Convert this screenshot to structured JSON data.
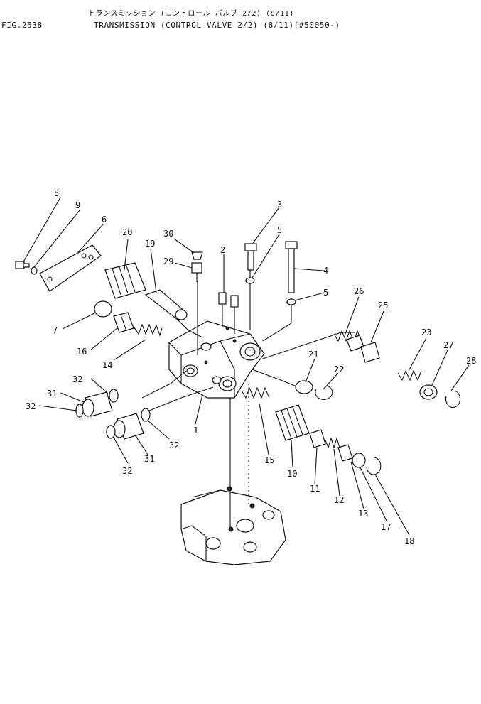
{
  "header": {
    "fig_no": "FIG.2538",
    "title_jp": "トランスミッション (コントロール バルブ 2/2) (8/11)",
    "title_en": "TRANSMISSION (CONTROL VALVE 2/2) (8/11)(#50050-)"
  },
  "callouts": {
    "c1": "1",
    "c2": "2",
    "c3": "3",
    "c4": "4",
    "c5a": "5",
    "c5b": "5",
    "c6": "6",
    "c7": "7",
    "c8": "8",
    "c9": "9",
    "c10": "10",
    "c11": "11",
    "c12": "12",
    "c13": "13",
    "c14": "14",
    "c15": "15",
    "c16": "16",
    "c17": "17",
    "c18": "18",
    "c19": "19",
    "c20": "20",
    "c21": "21",
    "c22": "22",
    "c23": "23",
    "c25": "25",
    "c26": "26",
    "c27": "27",
    "c28": "28",
    "c29": "29",
    "c30": "30",
    "c31a": "31",
    "c31b": "31",
    "c32a": "32",
    "c32b": "32",
    "c32c": "32",
    "c32d": "32"
  }
}
